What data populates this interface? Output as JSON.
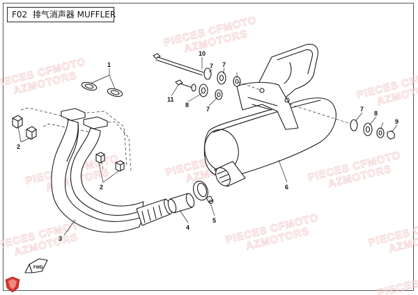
{
  "header": {
    "code": "F02",
    "title": "排气消声器 MUFFLER"
  },
  "watermark": {
    "line1": "PIECES CFMOTO",
    "line2": "AZMOTORS",
    "color": "#f2c9c9"
  },
  "callouts": [
    "1",
    "2",
    "2",
    "3",
    "4",
    "5",
    "6",
    "7",
    "7",
    "7",
    "7",
    "8",
    "8",
    "9",
    "10",
    "11"
  ],
  "fwd_marker": {
    "label": "FWD"
  },
  "logo": {
    "icon": "cfmoto-shield-logo",
    "color": "#d8332c"
  },
  "colors": {
    "line": "#1a1a1a",
    "frame": "#555555"
  }
}
